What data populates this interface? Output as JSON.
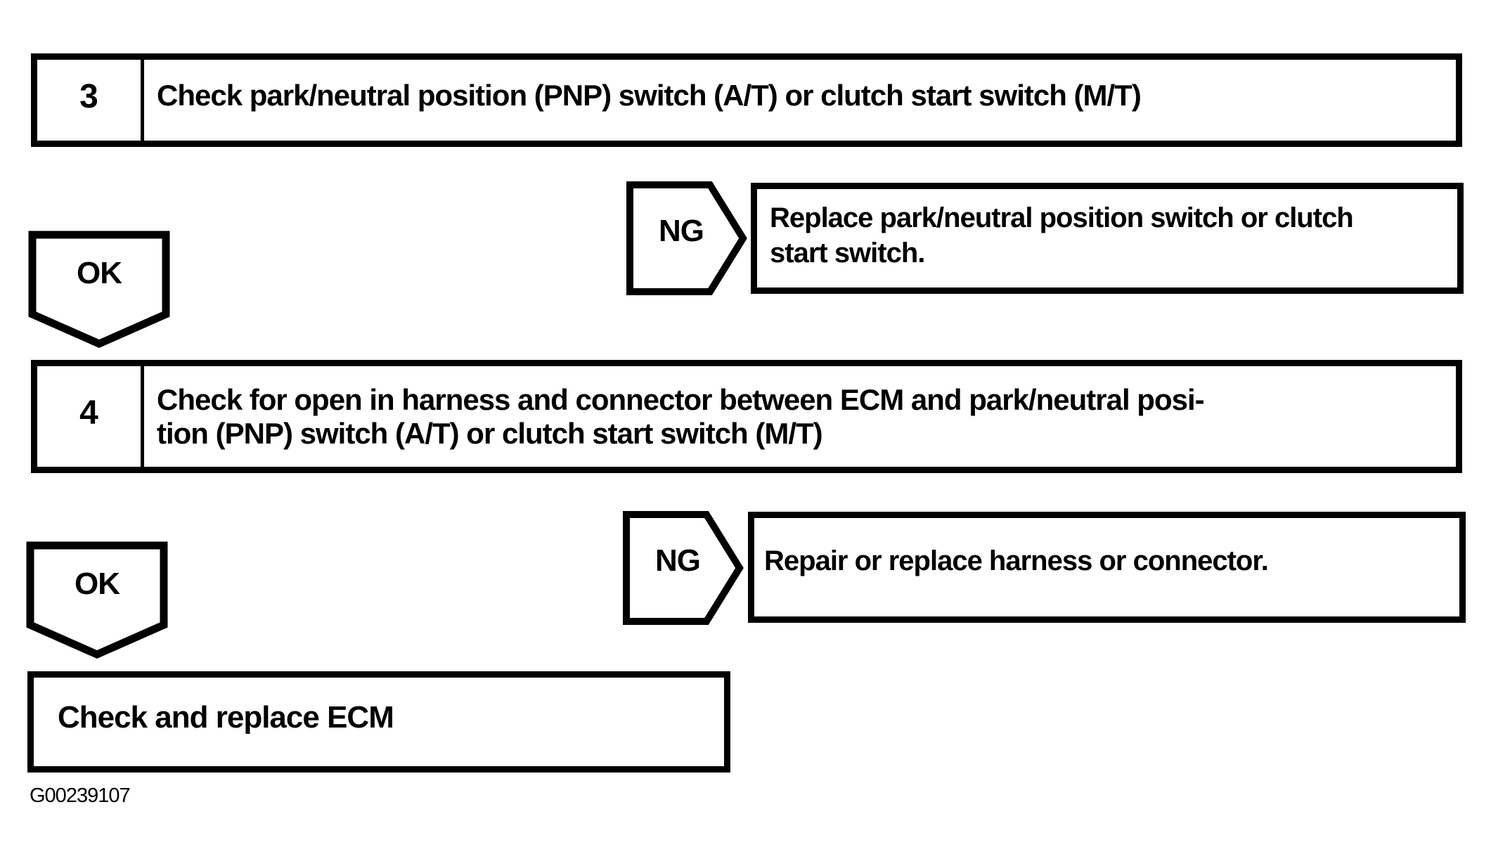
{
  "figure": {
    "id_label": "G00239107",
    "colors": {
      "ink": "#000000",
      "paper": "#ffffff"
    }
  },
  "labels": {
    "ok": "OK",
    "ng": "NG"
  },
  "steps": {
    "step3": {
      "number": "3",
      "text": "Check park/neutral position (PNP) switch (A/T) or clutch start switch (M/T)"
    },
    "step4": {
      "number": "4",
      "line1": "Check for open in harness and connector between ECM and park/neutral posi-",
      "line2": "tion (PNP) switch (A/T) or clutch start switch (M/T)"
    }
  },
  "results": {
    "ng3": {
      "line1": "Replace park/neutral position switch or clutch",
      "line2": "start switch."
    },
    "ng4": {
      "text": "Repair or replace harness or connector."
    },
    "final": {
      "text": "Check and replace ECM"
    }
  }
}
